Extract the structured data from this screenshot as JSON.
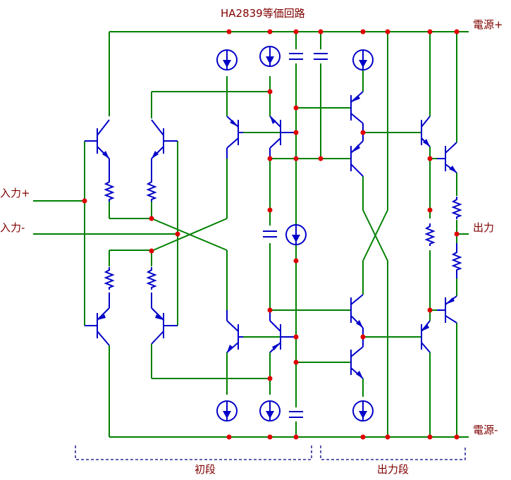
{
  "title": "HA2839等価回路",
  "labels": {
    "vplus": "電源+",
    "vminus": "電源-",
    "in_plus": "入力+",
    "in_minus": "入力-",
    "output": "出力",
    "stage1": "初段",
    "stage2": "出力段"
  },
  "colors": {
    "wire": "#008000",
    "component": "#0000c8",
    "node": "#e00000",
    "text": "#800000",
    "bracket": "#000080"
  }
}
